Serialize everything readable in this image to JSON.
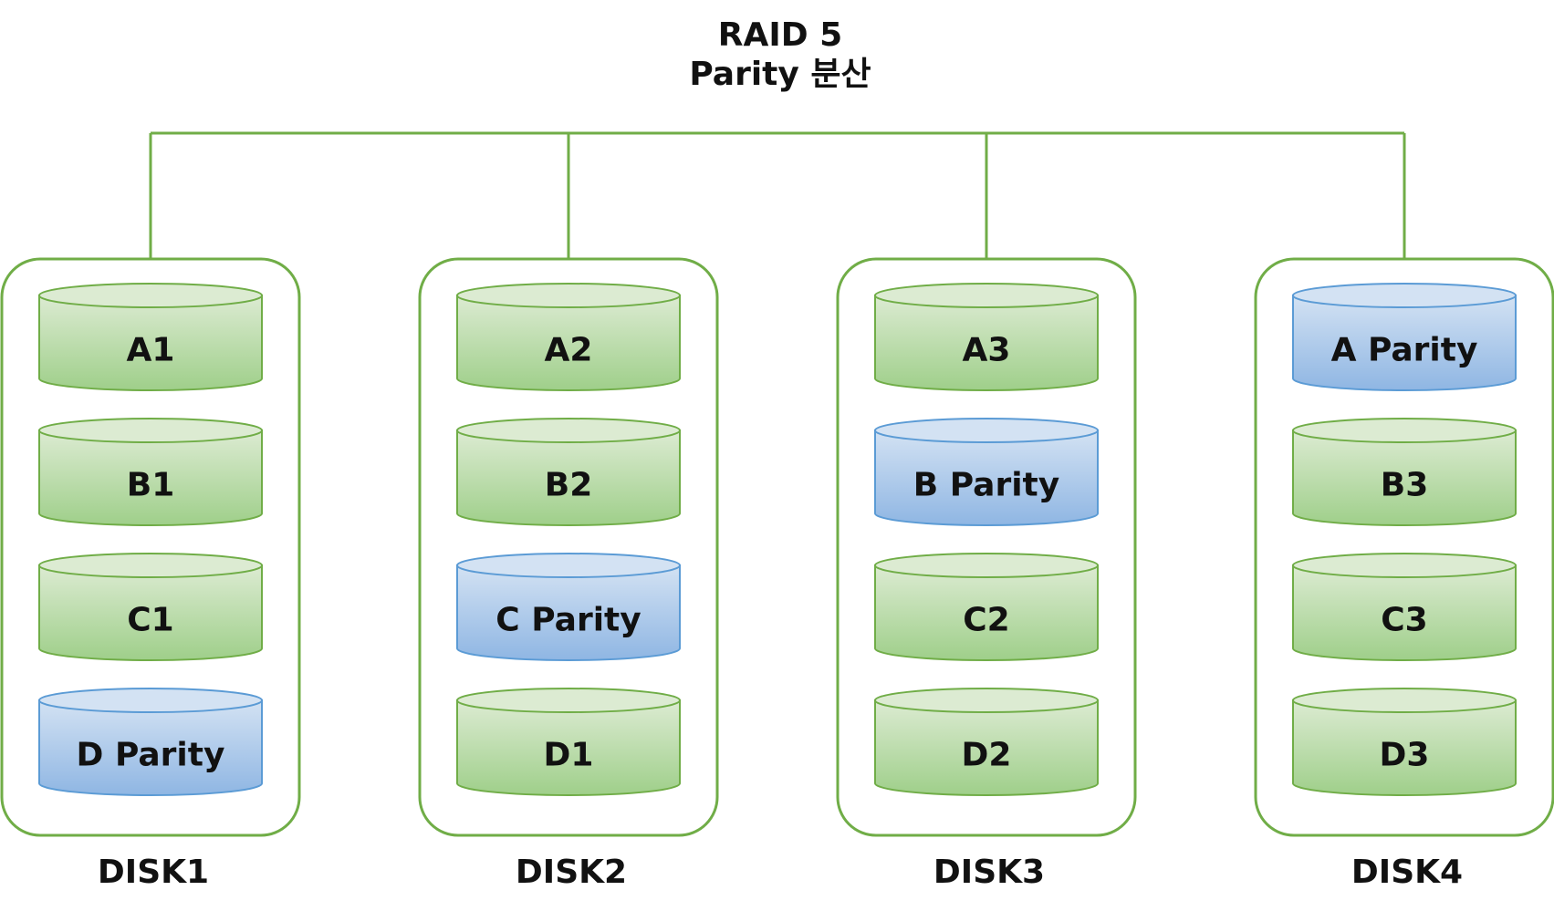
{
  "title": {
    "line1": "RAID 5",
    "line2": "Parity 분산"
  },
  "colors": {
    "line": "#70ad47",
    "data_fill_top": "#dcebd2",
    "data_fill_bottom": "#9fcf8a",
    "data_stroke": "#70ad47",
    "parity_fill_top": "#d3e2f3",
    "parity_fill_bottom": "#8fb6e3",
    "parity_stroke": "#5b9bd5",
    "text": "#111111"
  },
  "disks": [
    {
      "name": "DISK1",
      "blocks": [
        {
          "label": "A1",
          "kind": "data"
        },
        {
          "label": "B1",
          "kind": "data"
        },
        {
          "label": "C1",
          "kind": "data"
        },
        {
          "label": "D Parity",
          "kind": "parity"
        }
      ]
    },
    {
      "name": "DISK2",
      "blocks": [
        {
          "label": "A2",
          "kind": "data"
        },
        {
          "label": "B2",
          "kind": "data"
        },
        {
          "label": "C Parity",
          "kind": "parity"
        },
        {
          "label": "D1",
          "kind": "data"
        }
      ]
    },
    {
      "name": "DISK3",
      "blocks": [
        {
          "label": "A3",
          "kind": "data"
        },
        {
          "label": "B Parity",
          "kind": "parity"
        },
        {
          "label": "C2",
          "kind": "data"
        },
        {
          "label": "D2",
          "kind": "data"
        }
      ]
    },
    {
      "name": "DISK4",
      "blocks": [
        {
          "label": "A Parity",
          "kind": "parity"
        },
        {
          "label": "B3",
          "kind": "data"
        },
        {
          "label": "C3",
          "kind": "data"
        },
        {
          "label": "D3",
          "kind": "data"
        }
      ]
    }
  ]
}
